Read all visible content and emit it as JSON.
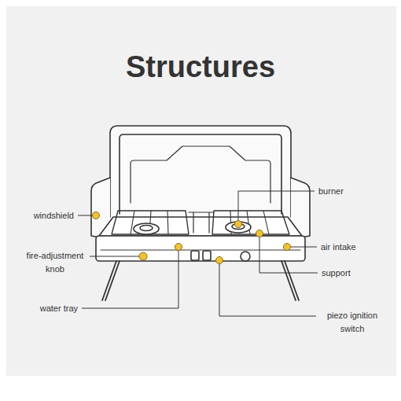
{
  "diagram": {
    "title": "Structures",
    "labels": [
      "burner",
      "windshield",
      "air intake",
      "fire-adjustment knob",
      "support",
      "water tray",
      "piezo ignition switch"
    ]
  }
}
